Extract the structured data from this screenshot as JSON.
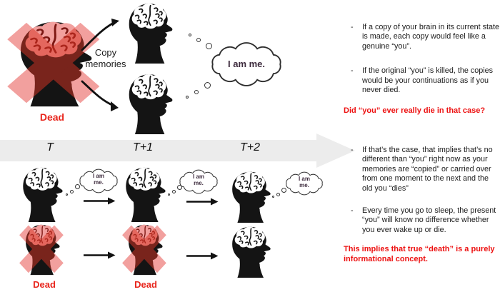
{
  "bullet_marker": "-",
  "top_scene": {
    "dead_label": "Dead",
    "copy_line1": "Copy",
    "copy_line2": "memories",
    "big_thought": "I am me."
  },
  "timeline": {
    "t0": "T",
    "t1": "T+1",
    "t2": "T+2"
  },
  "bottom_scene": {
    "thought_line1": "I am",
    "thought_line2": "me.",
    "dead_label_1": "Dead",
    "dead_label_2": "Dead"
  },
  "right_panel": {
    "section_top": {
      "bullet_1": "If a copy of your brain in its current state is made, each copy would feel like a genuine “you”.",
      "bullet_2": "If the original “you” is killed, the copies would be your continuations as if you never died.",
      "conclusion": "Did “you” ever really die in that case?"
    },
    "section_bottom": {
      "bullet_1": "If that’s the case, that implies that’s no different than “you” right now as your memories are “copied” or carried over from one moment to the next and the old you “dies”",
      "bullet_2": "Every time you go to sleep, the present “you” will know no difference whether you ever wake up or die.",
      "conclusion": "This implies that true “death” is a purely informational concept."
    }
  },
  "colors": {
    "x_pink": "#f2a09e",
    "label_red": "#e8251c",
    "emphasis_red": "#ed1111",
    "timeline_gray": "#ececec",
    "thought_text": "#3d2b3d",
    "body_text": "#1c1c1c"
  }
}
